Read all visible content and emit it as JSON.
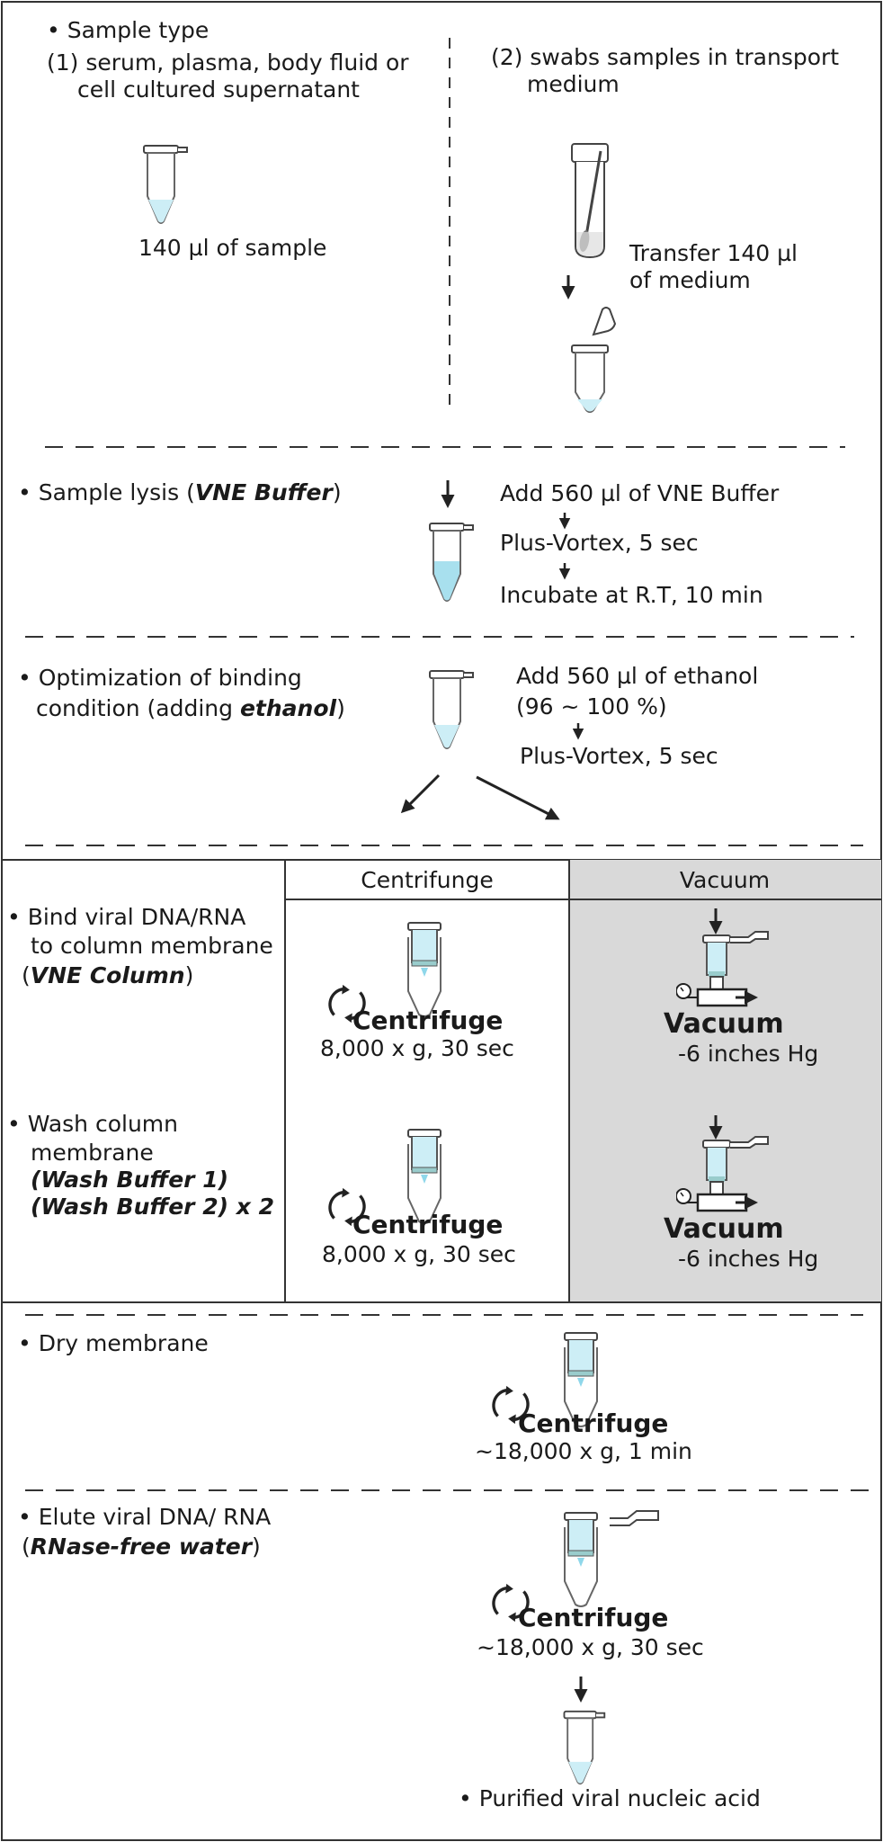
{
  "sample_type": {
    "heading": "Sample type",
    "option1": [
      "(1) serum, plasma, body fluid or",
      "cell cultured supernatant"
    ],
    "option1_amount": "140 µl of sample",
    "option2": [
      "(2) swabs samples in transport",
      "medium"
    ],
    "transfer": [
      "Transfer 140 µl",
      "of medium"
    ]
  },
  "lysis": {
    "label_pre": "Sample lysis (",
    "label_em": "VNE Buffer",
    "label_post": ")",
    "steps": [
      "Add 560 µl of VNE Buffer",
      "Plus-Vortex, 5 sec",
      "Incubate at R.T, 10 min"
    ]
  },
  "binding": {
    "label_line1": "Optimization of binding",
    "label_line2_pre": "condition (adding ",
    "label_line2_em": "ethanol",
    "label_line2_post": ")",
    "steps": [
      "Add 560 µl of ethanol",
      "(96 ~ 100 %)",
      "Plus-Vortex, 5 sec"
    ]
  },
  "columns": {
    "centrifuge_header": "Centrifunge",
    "vacuum_header": "Vacuum"
  },
  "bind": {
    "label": [
      "Bind viral DNA/RNA",
      "to column membrane"
    ],
    "label_em": "VNE Column",
    "centrifuge_label": "Centrifuge",
    "centrifuge_cond": "8,000 x g, 30 sec",
    "vacuum_label": "Vacuum",
    "vacuum_cond": "-6 inches Hg"
  },
  "wash": {
    "label": [
      "Wash column",
      "membrane"
    ],
    "label_em": [
      "(Wash Buffer 1)",
      "(Wash Buffer 2) x 2"
    ],
    "centrifuge_label": "Centrifuge",
    "centrifuge_cond": "8,000 x g, 30 sec",
    "vacuum_label": "Vacuum",
    "vacuum_cond": "-6 inches Hg"
  },
  "dry": {
    "label": "Dry membrane",
    "centrifuge_label": "Centrifuge",
    "centrifuge_cond": "~18,000 x g, 1 min"
  },
  "elute": {
    "label": "Elute viral DNA/ RNA",
    "label_em": "RNase-free water",
    "centrifuge_label": "Centrifuge",
    "centrifuge_cond": "~18,000 x g, 30 sec",
    "result": "Purified viral nucleic acid"
  },
  "colors": {
    "liquid": "#cdeef6",
    "vacuum_bg": "#d9d9d9",
    "line": "#222222"
  }
}
